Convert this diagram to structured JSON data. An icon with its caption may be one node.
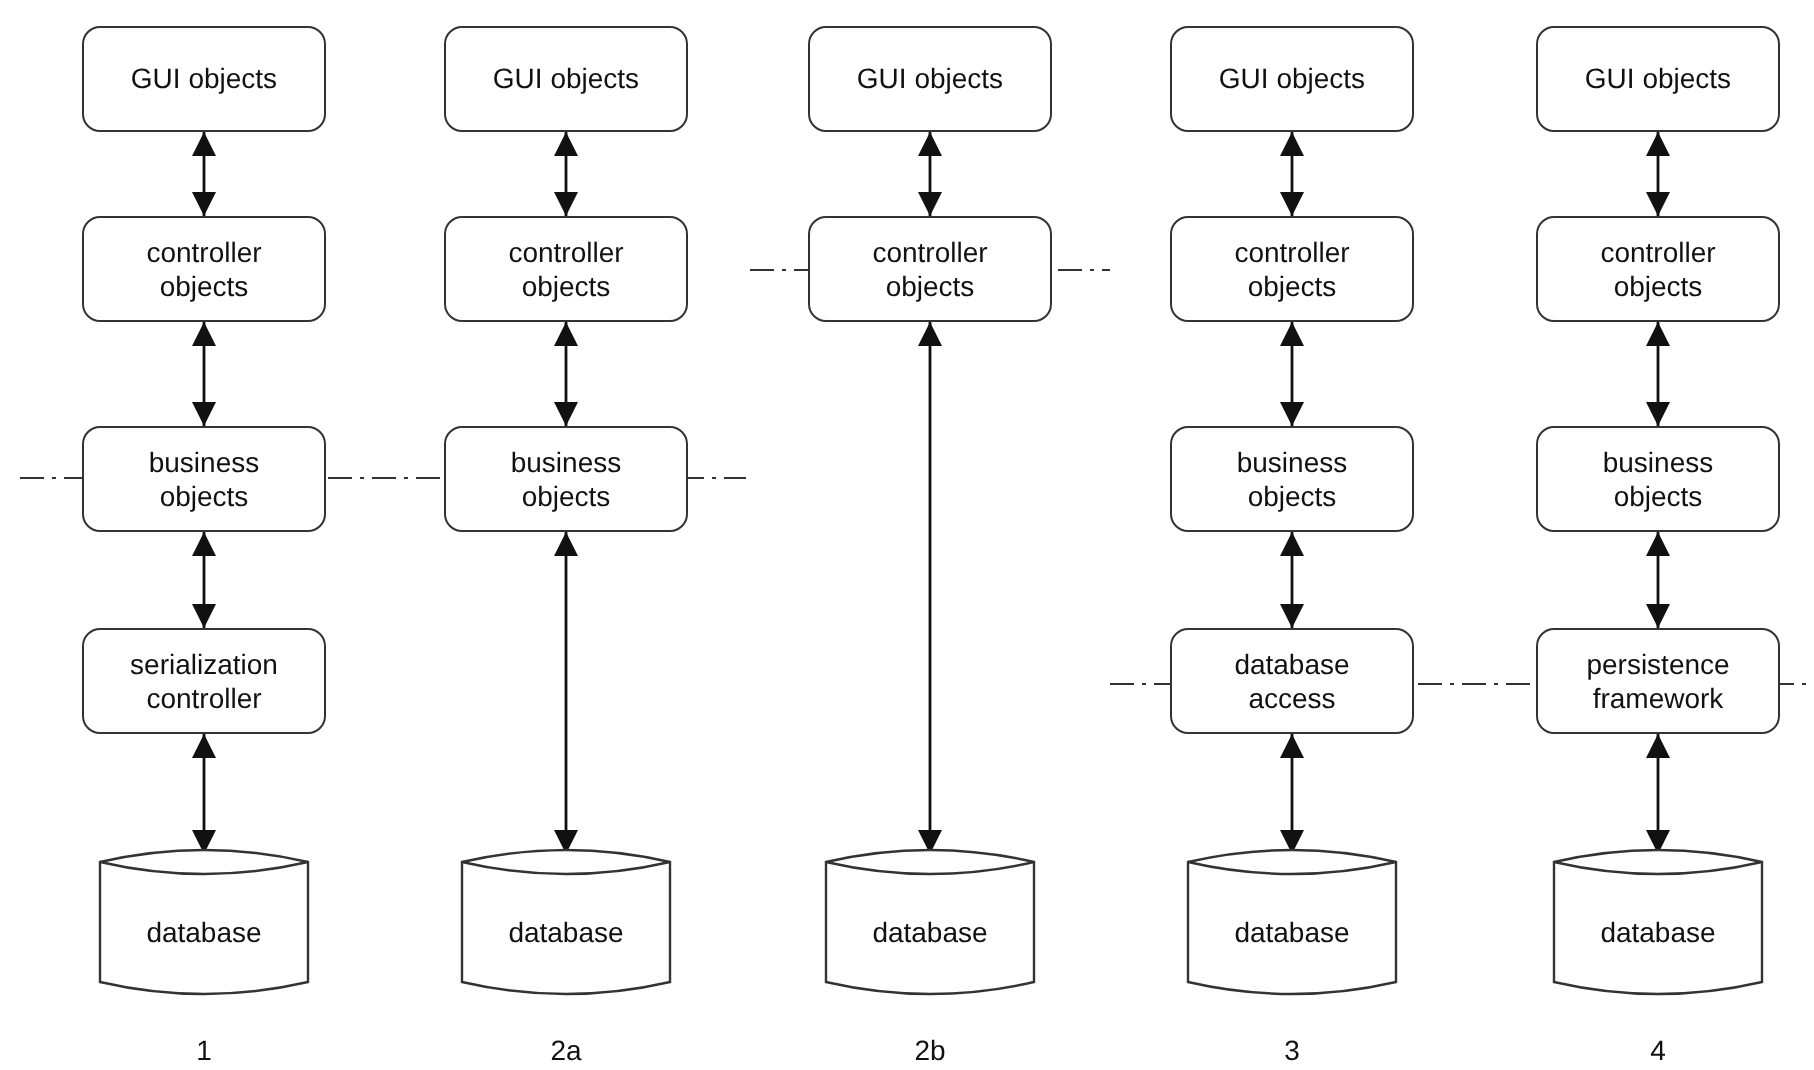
{
  "diagram": {
    "nodes": [
      {
        "text": [
          "GUI objects"
        ]
      },
      {
        "text": [
          "controller objects"
        ]
      },
      {
        "text": [
          "business objects"
        ]
      },
      {
        "text": [
          "serialization controller"
        ]
      },
      {
        "text": [
          "database"
        ]
      },
      {
        "text": [
          "GUI objects"
        ]
      },
      {
        "text": [
          "controller objects"
        ]
      },
      {
        "text": [
          "business objects"
        ]
      },
      {
        "text": [
          "database"
        ]
      },
      {
        "text": [
          "GUI objects"
        ]
      },
      {
        "text": [
          "controller objects"
        ]
      },
      {
        "text": [
          "database"
        ]
      },
      {
        "text": [
          "GUI objects"
        ]
      },
      {
        "text": [
          "controller objects"
        ]
      },
      {
        "text": [
          "business objects"
        ]
      },
      {
        "text": [
          "database access"
        ]
      },
      {
        "text": [
          "database"
        ]
      },
      {
        "text": [
          "GUI objects"
        ]
      },
      {
        "text": [
          "controller objects"
        ]
      },
      {
        "text": [
          "business objects"
        ]
      },
      {
        "text": [
          "persistence framework"
        ]
      },
      {
        "text": [
          "database"
        ]
      }
    ],
    "edges": [
      {
        "from": 0,
        "to": 1,
        "arrow": "both"
      },
      {
        "from": 1,
        "to": 2,
        "arrow": "both"
      },
      {
        "from": 2,
        "to": 3,
        "arrow": "both"
      },
      {
        "from": 3,
        "to": 4,
        "arrow": "both"
      },
      {
        "from": 5,
        "to": 6,
        "arrow": "both"
      },
      {
        "from": 6,
        "to": 7,
        "arrow": "both"
      },
      {
        "from": 7,
        "to": 8,
        "arrow": "both"
      },
      {
        "from": 9,
        "to": 10,
        "arrow": "both"
      },
      {
        "from": 10,
        "to": 11,
        "arrow": "both"
      },
      {
        "from": 12,
        "to": 13,
        "arrow": "both"
      },
      {
        "from": 13,
        "to": 14,
        "arrow": "both"
      },
      {
        "from": 14,
        "to": 15,
        "arrow": "both"
      },
      {
        "from": 15,
        "to": 16,
        "arrow": "both"
      },
      {
        "from": 17,
        "to": 18,
        "arrow": "both"
      },
      {
        "from": 18,
        "to": 19,
        "arrow": "both"
      },
      {
        "from": 19,
        "to": 20,
        "arrow": "both"
      },
      {
        "from": 20,
        "to": 21,
        "arrow": "both"
      }
    ],
    "labels": [
      "1",
      "2a",
      "2b",
      "3",
      "4"
    ]
  }
}
